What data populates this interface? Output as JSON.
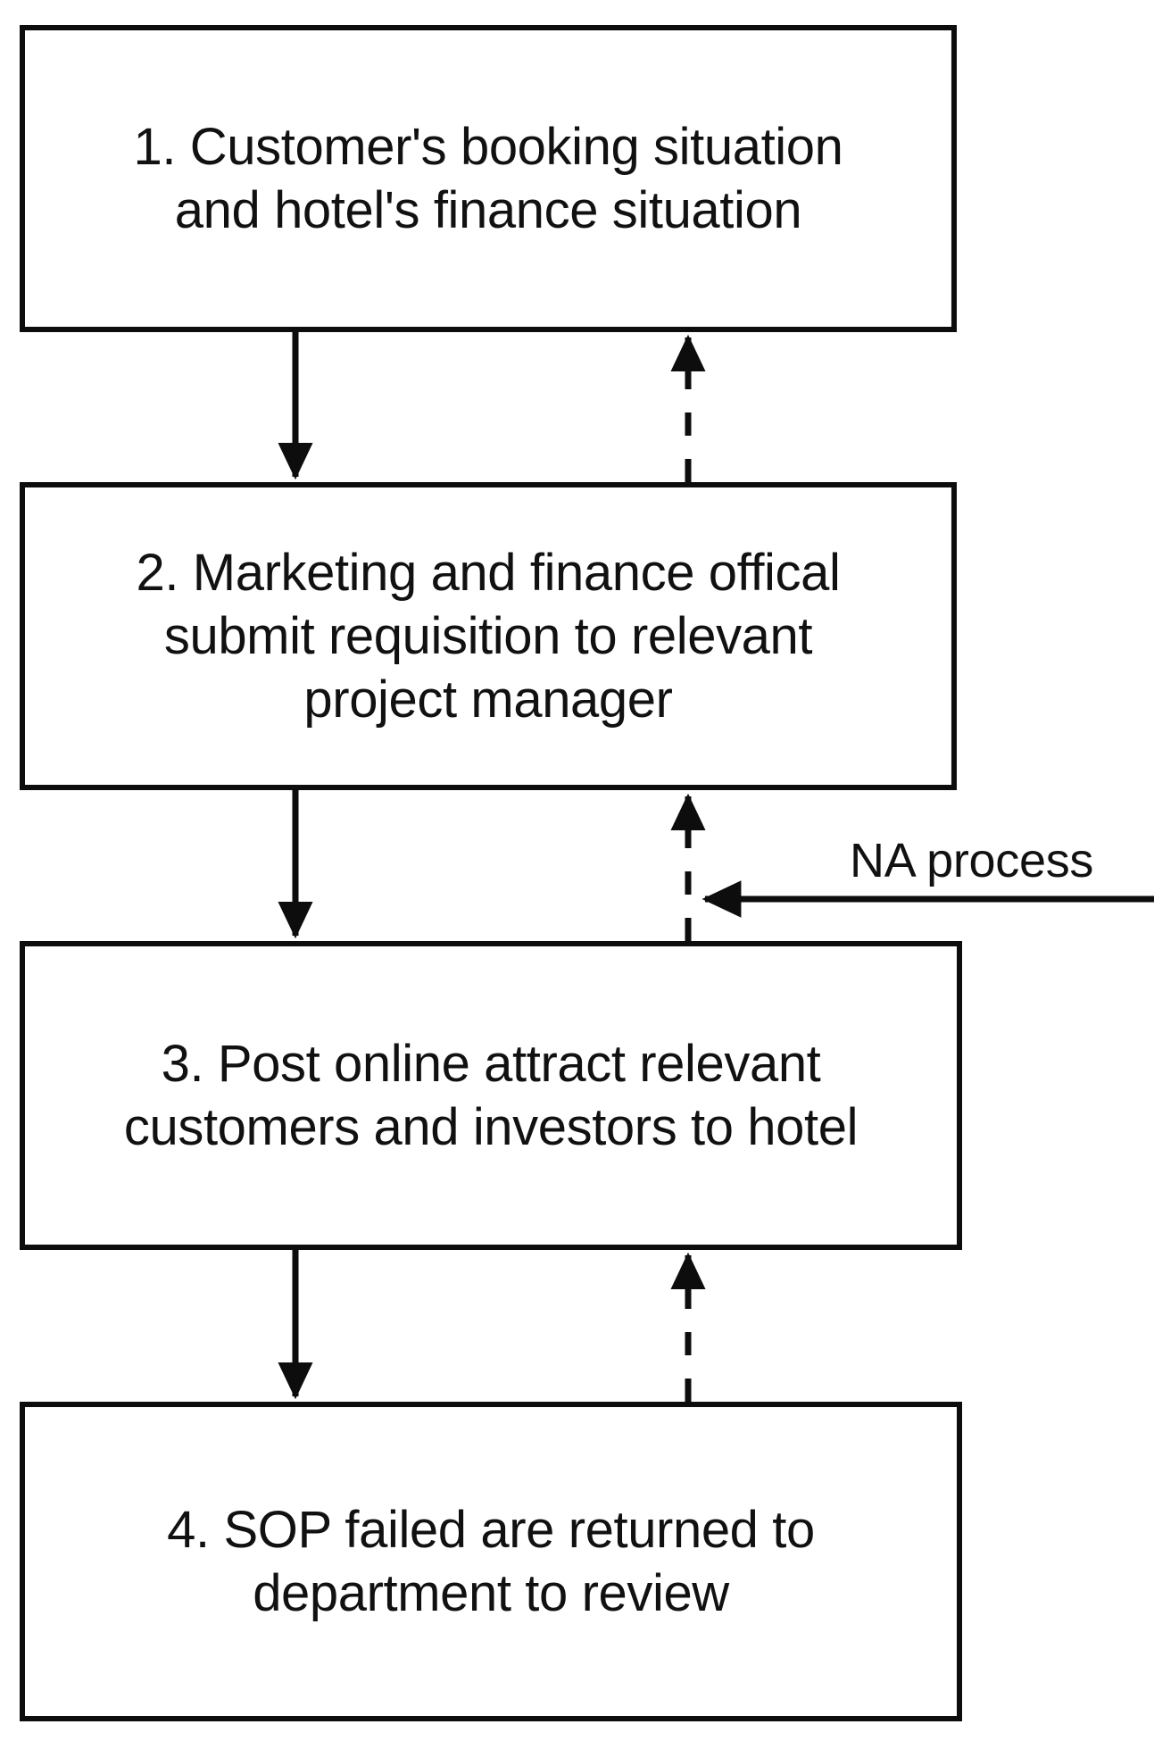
{
  "diagram": {
    "type": "flowchart",
    "orientation": "vertical",
    "background_color": "#ffffff",
    "stroke_color": "#0d0d0d",
    "text_color": "#111111",
    "nodes": [
      {
        "id": "step-1",
        "number": "1.",
        "label": "1. Customer's booking situation\nand hotel's finance situation",
        "shape": "rectangle"
      },
      {
        "id": "step-2",
        "number": "2.",
        "label": "2. Marketing and finance offical\nsubmit requisition to relevant\nproject manager",
        "shape": "rectangle"
      },
      {
        "id": "step-3",
        "number": "3.",
        "label": "3. Post online attract relevant\ncustomers and investors to hotel",
        "shape": "rectangle"
      },
      {
        "id": "step-4",
        "number": "4.",
        "label": "4. SOP failed are returned to\ndepartment to review",
        "shape": "rectangle"
      }
    ],
    "edges": [
      {
        "id": "edge-1-2-down",
        "from": "step-1",
        "to": "step-2",
        "style": "solid",
        "direction": "down",
        "label": ""
      },
      {
        "id": "edge-2-1-up",
        "from": "step-2",
        "to": "step-1",
        "style": "dashed",
        "direction": "up",
        "label": ""
      },
      {
        "id": "edge-2-3-down",
        "from": "step-2",
        "to": "step-3",
        "style": "solid",
        "direction": "down",
        "label": ""
      },
      {
        "id": "edge-3-2-up",
        "from": "step-3",
        "to": "step-2",
        "style": "dashed",
        "direction": "up",
        "label": ""
      },
      {
        "id": "edge-3-4-down",
        "from": "step-3",
        "to": "step-4",
        "style": "solid",
        "direction": "down",
        "label": ""
      },
      {
        "id": "edge-4-3-up",
        "from": "step-4",
        "to": "step-3",
        "style": "dashed",
        "direction": "up",
        "label": ""
      },
      {
        "id": "edge-na-process",
        "from": "external",
        "to": "edge-3-2-up",
        "style": "solid",
        "direction": "left",
        "label": "NA process"
      }
    ],
    "annotations": {
      "na_process": "NA process"
    }
  }
}
